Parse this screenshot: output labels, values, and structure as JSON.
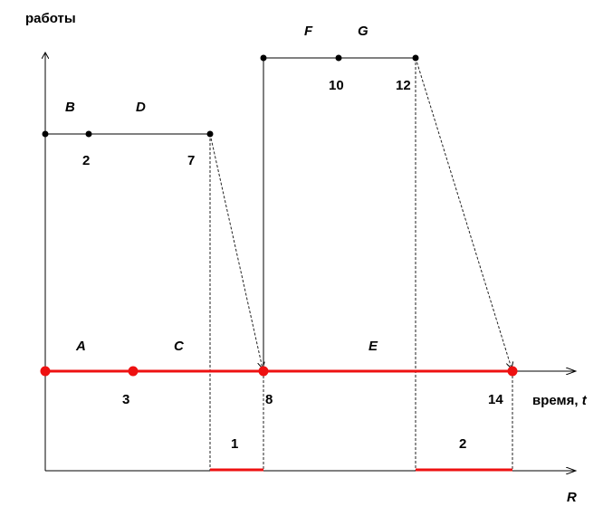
{
  "axis_title_y": "работы",
  "axis_title_t_prefix": "время, ",
  "axis_title_t_var": "t",
  "axis_title_r": "R",
  "activities": {
    "A": "A",
    "B": "B",
    "C": "C",
    "D": "D",
    "E": "E",
    "F": "F",
    "G": "G"
  },
  "event_numbers": {
    "n2": "2",
    "n3": "3",
    "n7": "7",
    "n8": "8",
    "n10": "10",
    "n12": "12",
    "n14": "14"
  },
  "resource_intervals": {
    "r1": "1",
    "r2": "2"
  },
  "colors": {
    "critical": "#ee1111",
    "line": "#000000",
    "dash": "#222222"
  }
}
